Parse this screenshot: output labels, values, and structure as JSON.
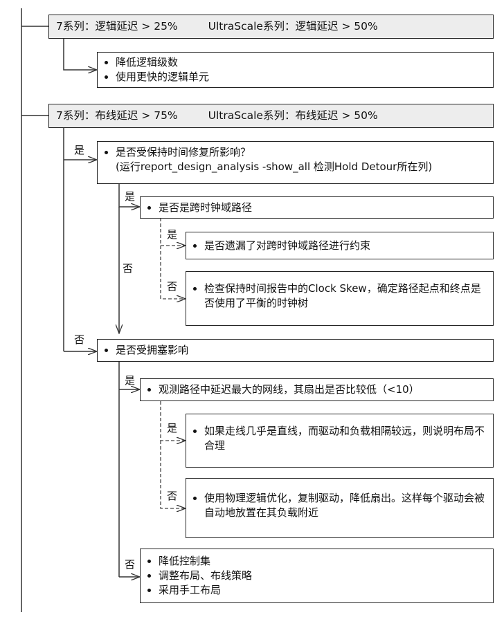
{
  "diagram": {
    "hdr1": {
      "part1": "7系列：逻辑延迟 > 25%",
      "part2": "UltraScale系列：逻辑延迟 > 50%"
    },
    "logic_items": [
      "降低逻辑级数",
      "使用更快的逻辑单元"
    ],
    "hdr2": {
      "part1": "7系列：布线延迟 > 75%",
      "part2": "UltraScale系列：布线延迟 > 50%"
    },
    "q_hold": {
      "line1": "是否受保持时间修复所影响？",
      "line2": "(运行report_design_analysis -show_all 检测Hold Detour所在列)"
    },
    "q_cdc": "是否是跨时钟域路径",
    "cdc_yes": "是否遗漏了对跨时钟域路径进行约束",
    "cdc_no": "检查保持时间报告中的Clock Skew，确定路径起点和终点是否使用了平衡的时钟树",
    "q_cong": "是否受拥塞影响",
    "q_fanout": "观测路径中延迟最大的网线，其扇出是否比较低（<10）",
    "fanout_yes": "如果走线几乎是直线，而驱动和负载相隔较远，则说明布局不合理",
    "fanout_no": "使用物理逻辑优化，复制驱动，降低扇出。这样每个驱动会被自动地放置在其负载附近",
    "cong_no_items": [
      "降低控制集",
      "调整布局、布线策略",
      "采用手工布局"
    ],
    "labels": {
      "yes1": "是",
      "yes2": "是",
      "yes3": "是",
      "yes4": "是",
      "yes5": "是",
      "no1": "否",
      "no2": "否",
      "no3": "否",
      "no4": "否",
      "no5": "否"
    }
  }
}
